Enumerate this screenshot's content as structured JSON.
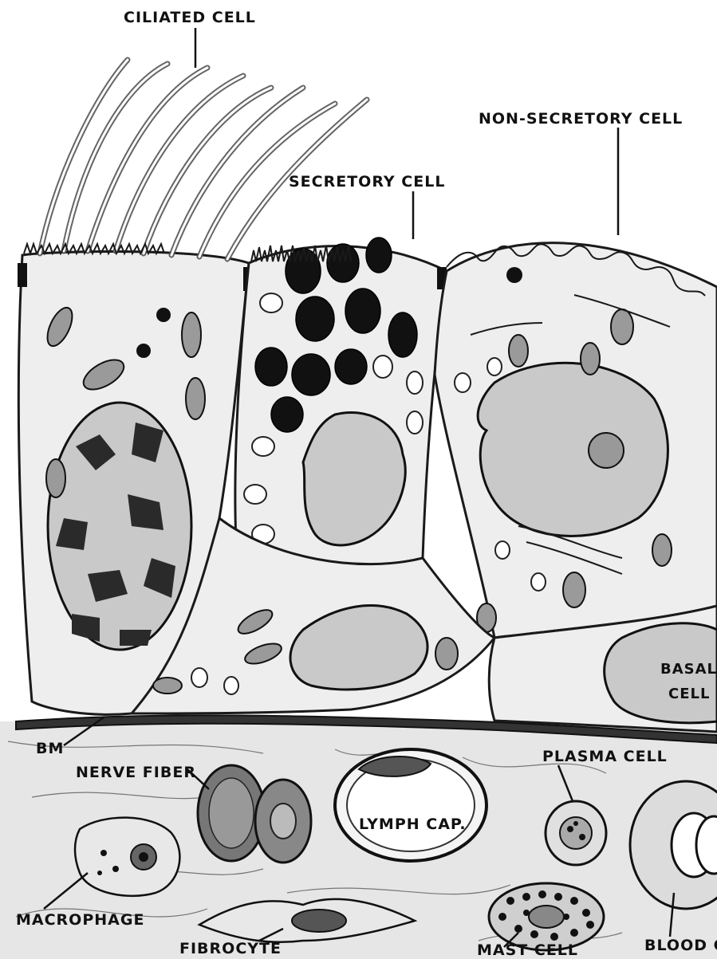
{
  "labels": {
    "ciliated_cell": "CILIATED CELL",
    "non_secretory_cell": "NON-SECRETORY CELL",
    "secretory_cell": "SECRETORY CELL",
    "basal_cell_line1": "BASAL",
    "basal_cell_line2": "CELL",
    "bm": "BM",
    "nerve_fiber": "NERVE FIBER",
    "plasma_cell": "PLASMA CELL",
    "lymph_cap": "LYMPH CAP.",
    "macrophage": "MACROPHAGE",
    "fibrocyte": "FIBROCYTE",
    "mast_cell": "MAST CELL",
    "blood_cap": "BLOOD C"
  },
  "colors": {
    "ink": "#1a1a1a",
    "cytoplasm": "#eeeeee",
    "nucleus": "#c9c9c9",
    "background": "#ffffff"
  }
}
